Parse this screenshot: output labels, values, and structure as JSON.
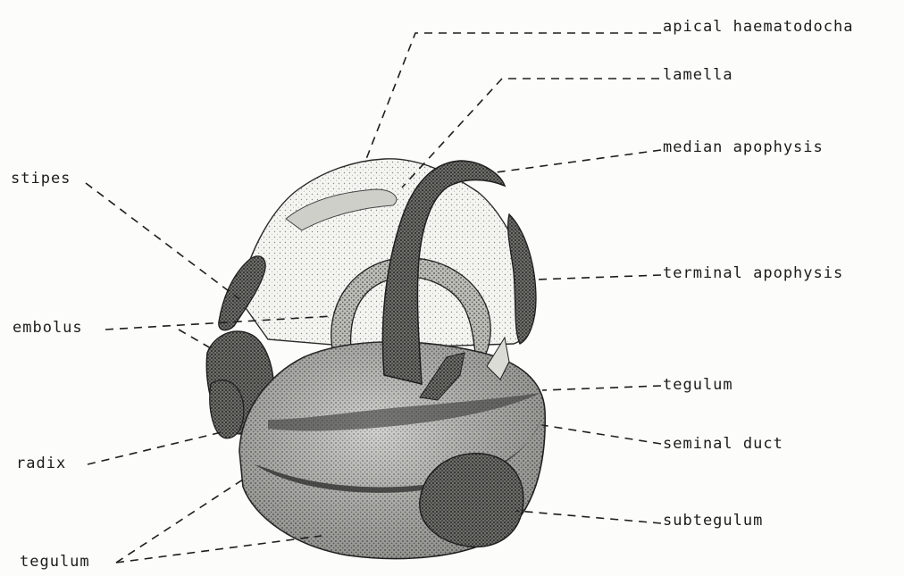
{
  "labels": {
    "apical_haematodocha": "apical haematodocha",
    "lamella": "lamella",
    "median_apophysis": "median apophysis",
    "stipes": "stipes",
    "terminal_apophysis": "terminal apophysis",
    "embolus": "embolus",
    "tegulum_right": "tegulum",
    "radix": "radix",
    "seminal_duct": "seminal duct",
    "subtegulum": "subtegulum",
    "tegulum_bottom": "tegulum"
  },
  "colors": {
    "ink": "#1e1e1e",
    "background": "#fcfcfa",
    "stipple_dark": "#3a3a3a",
    "stipple_light": "#d8d8d2"
  }
}
